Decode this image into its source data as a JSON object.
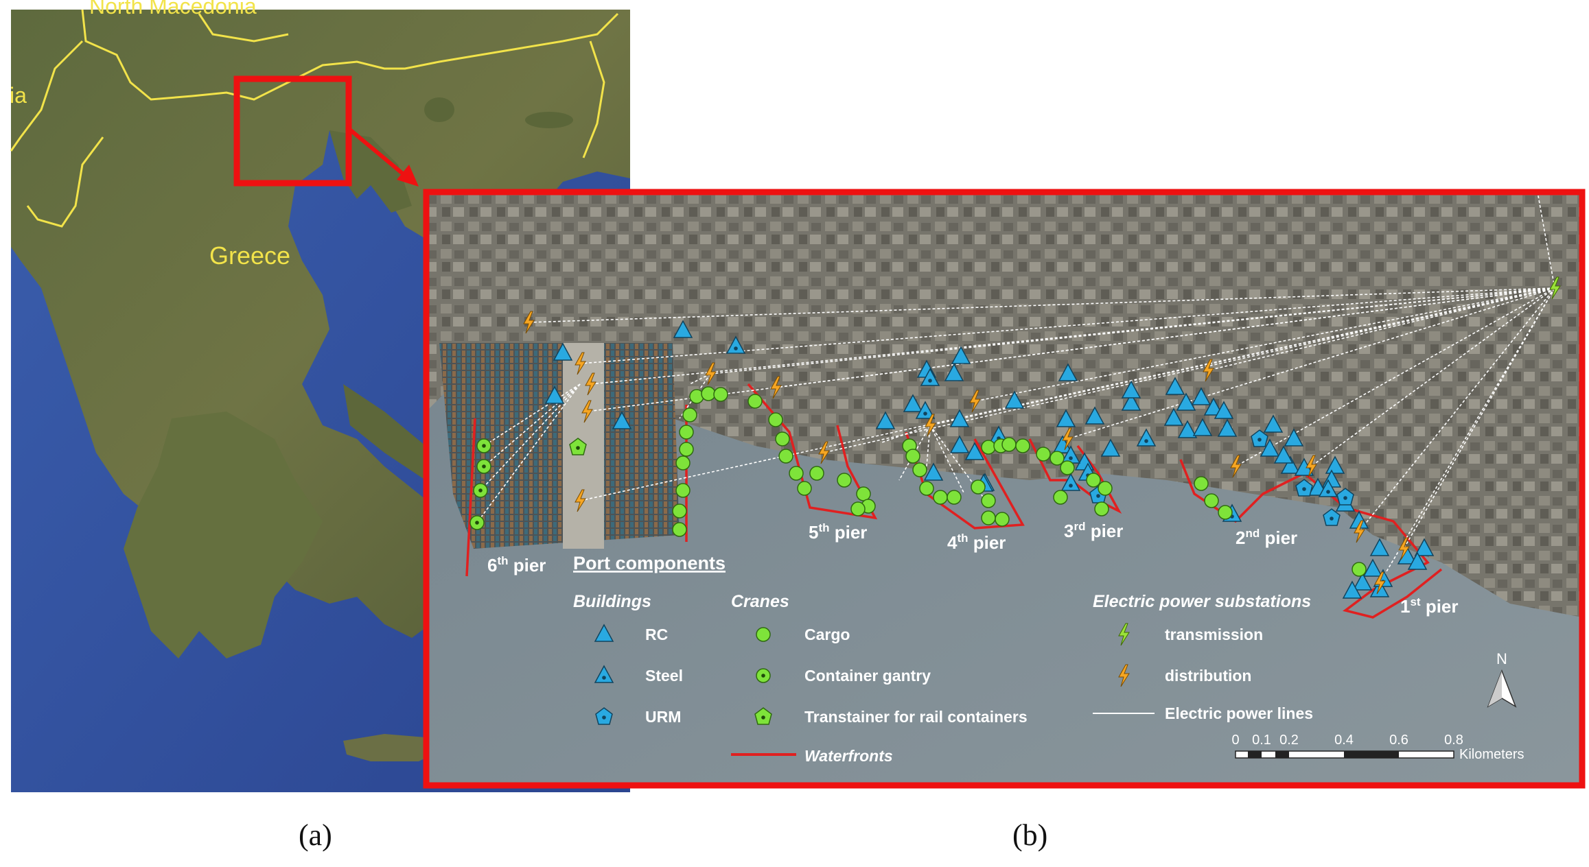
{
  "panel_a": {
    "label_north_macedonia": "North Macedonia",
    "label_albania_fragment": "ia",
    "label_greece": "Greece",
    "caption": "(a)"
  },
  "panel_b": {
    "caption": "(b)",
    "piers": [
      "6th pier",
      "5th pier",
      "4th pier",
      "3rd pier",
      "2nd pier",
      "1st pier"
    ],
    "legend": {
      "title": "Port components",
      "buildings_head": "Buildings",
      "cranes_head": "Cranes",
      "substations_head": "Electric power substations",
      "rc": "RC",
      "steel": "Steel",
      "urm": "URM",
      "cargo": "Cargo",
      "gantry": "Container gantry",
      "transtainer": "Transtainer for rail containers",
      "waterfronts": "Waterfronts",
      "transmission": "transmission",
      "distribution": "distribution",
      "power_lines": "Electric power lines"
    },
    "north_label": "N",
    "scale": {
      "ticks": [
        "0",
        "0.1",
        "0.2",
        "0.4",
        "0.6",
        "0.8"
      ],
      "unit": "Kilometers"
    }
  },
  "colors": {
    "frame_red": "#ee1111",
    "building_blue": "#29a9e1",
    "crane_green": "#7ee33a",
    "transmission_green": "#9be23a",
    "distribution_orange": "#f6a623",
    "sea_a": "#3656a6",
    "sea_b": "#7d8a92"
  }
}
